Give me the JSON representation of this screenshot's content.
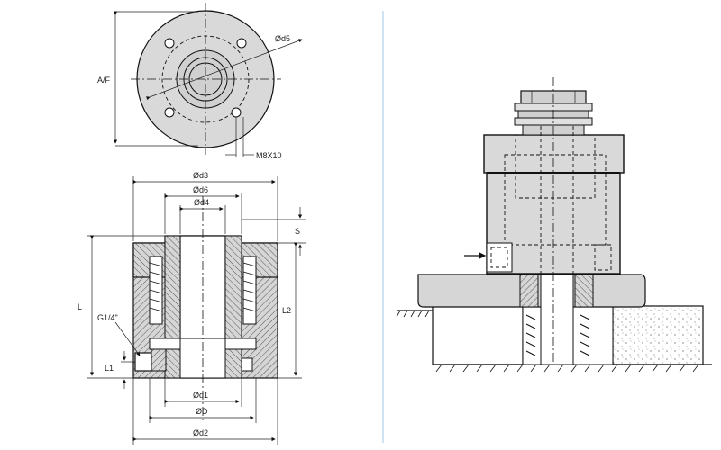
{
  "labels": {
    "af": "A/F",
    "d5": "Ød5",
    "m8x10": "M8X10",
    "d3": "Ød3",
    "d6": "Ød6",
    "d4": "Ød4",
    "s": "S",
    "l": "L",
    "l2": "L2",
    "g14": "G1/4\"",
    "l1": "L1",
    "d1": "Ød1",
    "d": "ØD",
    "d2": "Ød2"
  },
  "colors": {
    "body_fill": "#d9d9d9",
    "hatch": "#555555",
    "divider": "#9fc8e3",
    "line": "#111111"
  }
}
